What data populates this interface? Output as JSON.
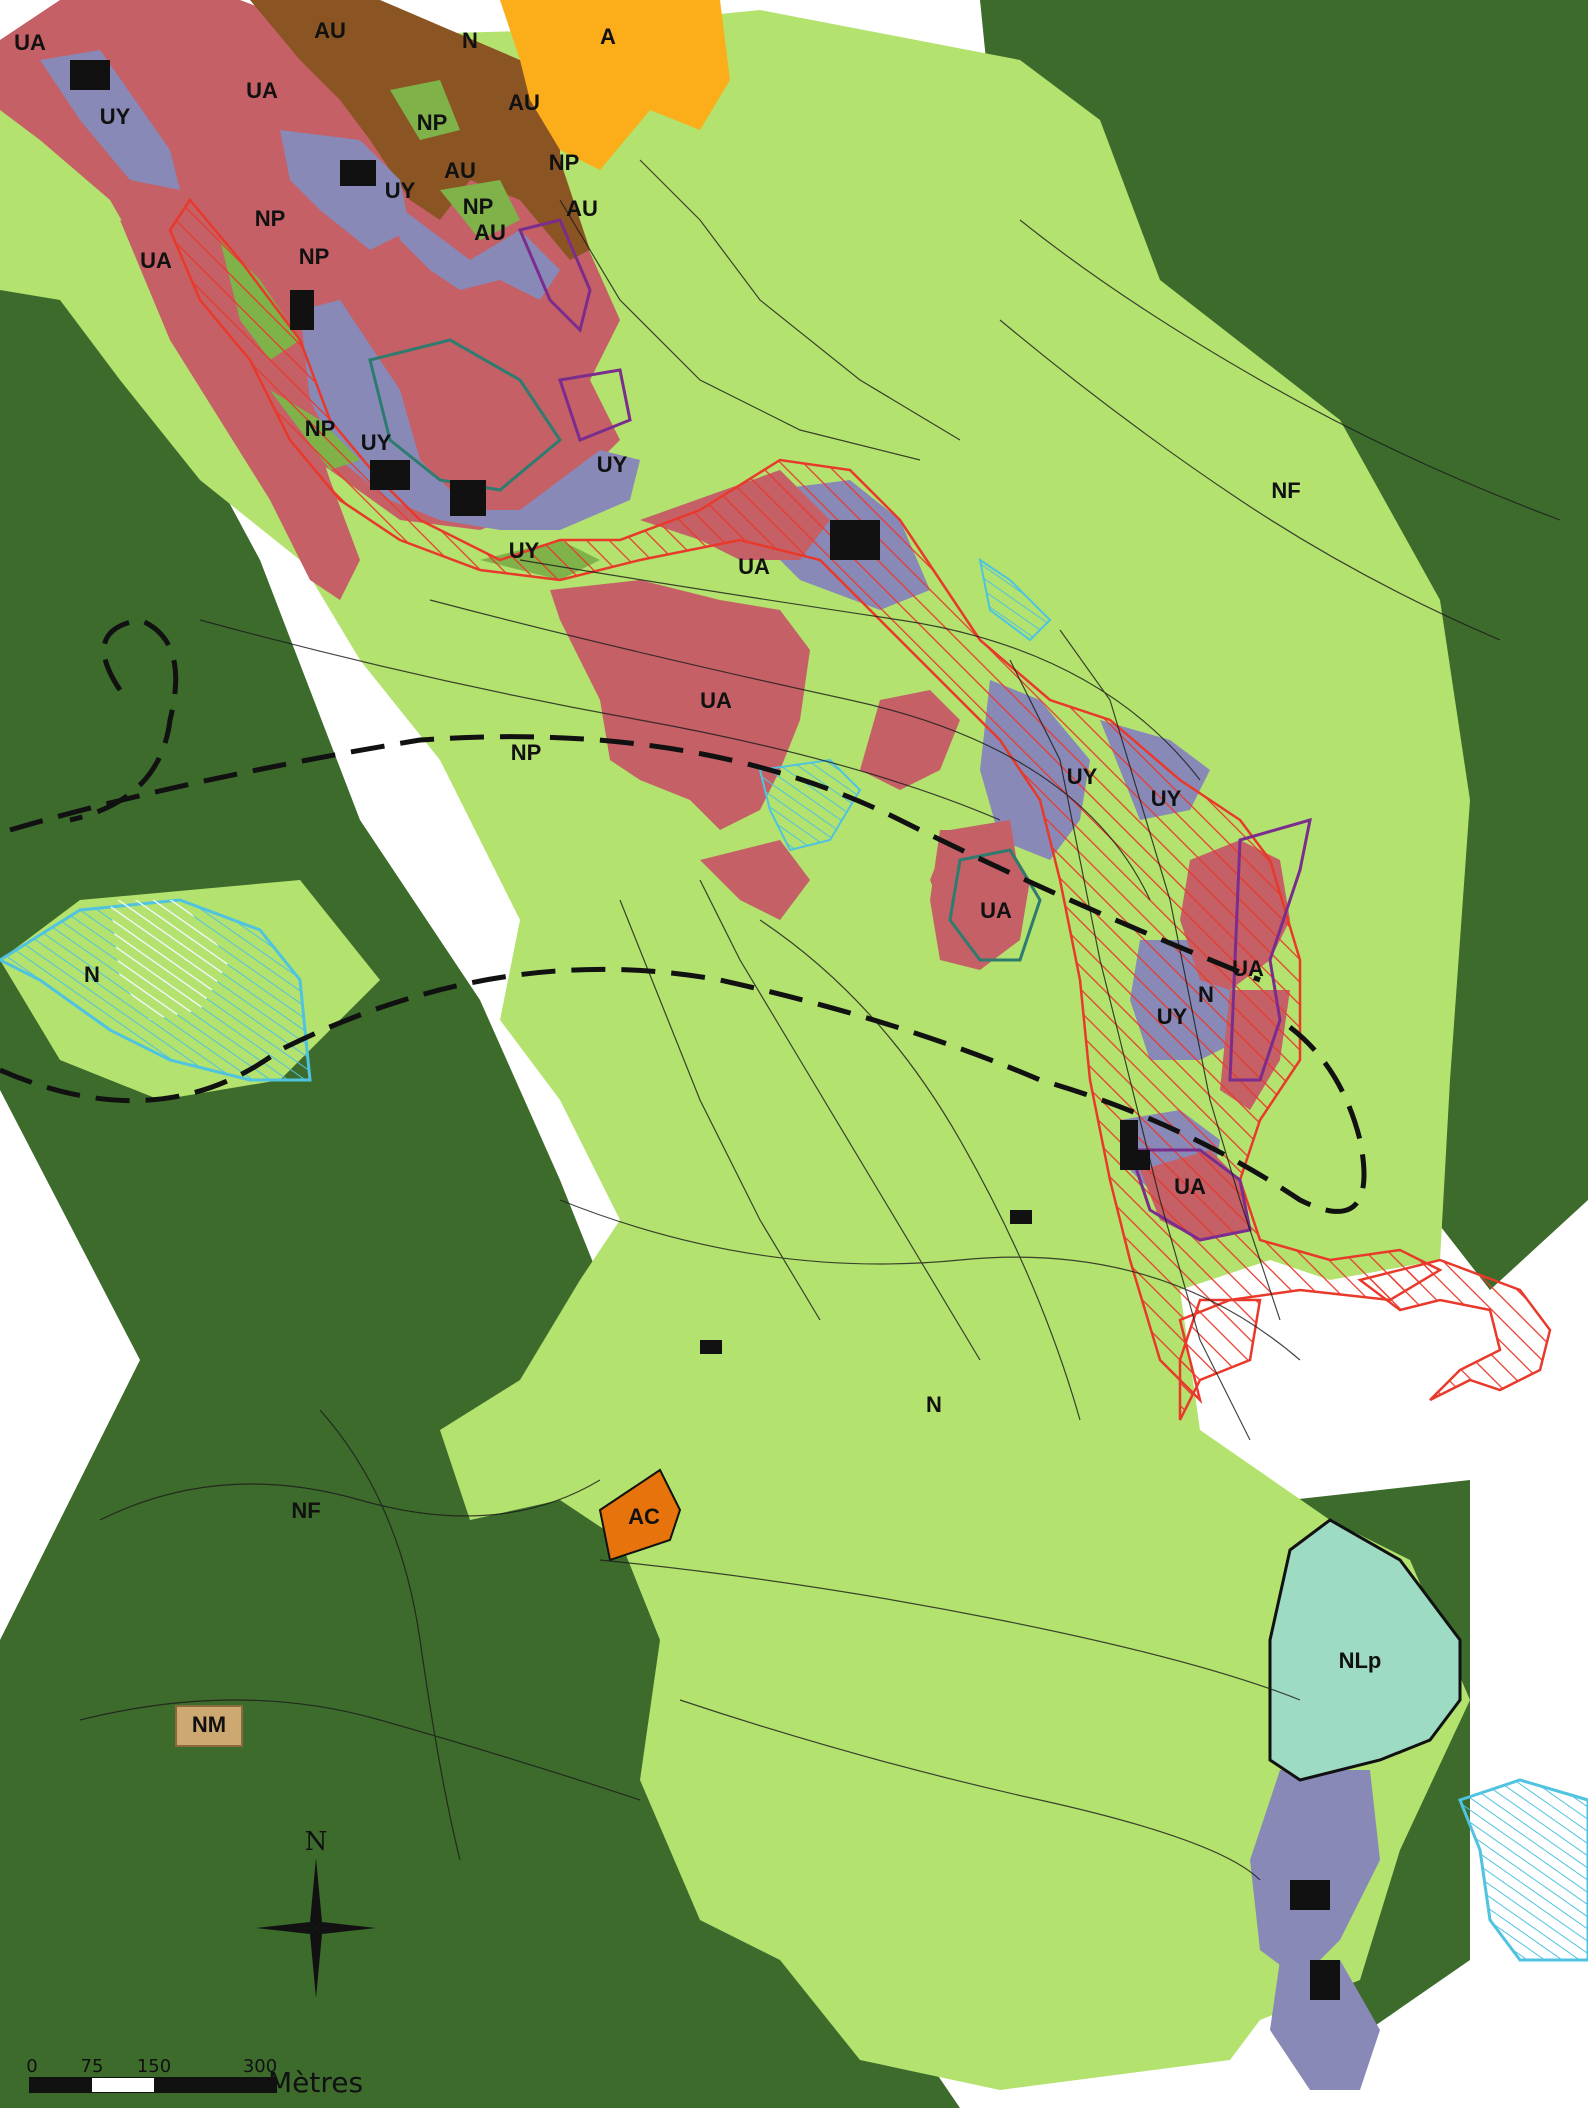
{
  "colors": {
    "NF": "#3d6b2c",
    "N": "#b3e26e",
    "UA": "#c46066",
    "UY": "#8989b8",
    "AU": "#8a5522",
    "A": "#fbae19",
    "AC": "#e7730c",
    "NLp": "#9edbc3",
    "NM": "#cda870",
    "NP": "#7fb34a",
    "hatch_red": "#e8392b",
    "hatch_cyan": "#4fc3e0",
    "purple_line": "#7b2d8e",
    "teal_line": "#2e7b6f"
  },
  "zone_labels": [
    {
      "id": "au-top",
      "text": "AU"
    },
    {
      "id": "n-top",
      "text": "N"
    },
    {
      "id": "a-top",
      "text": "A"
    },
    {
      "id": "ua-topleft",
      "text": "UA"
    },
    {
      "id": "uy-topleft",
      "text": "UY"
    },
    {
      "id": "ua-top",
      "text": "UA"
    },
    {
      "id": "au-1",
      "text": "AU"
    },
    {
      "id": "np-1",
      "text": "NP"
    },
    {
      "id": "np-2",
      "text": "NP"
    },
    {
      "id": "au-2",
      "text": "AU"
    },
    {
      "id": "uy-1",
      "text": "UY"
    },
    {
      "id": "np-3",
      "text": "NP"
    },
    {
      "id": "au-3",
      "text": "AU"
    },
    {
      "id": "au-4",
      "text": "AU"
    },
    {
      "id": "np-4",
      "text": "NP"
    },
    {
      "id": "ua-left",
      "text": "UA"
    },
    {
      "id": "np-5",
      "text": "NP"
    },
    {
      "id": "np-6",
      "text": "NP"
    },
    {
      "id": "uy-2",
      "text": "UY"
    },
    {
      "id": "uy-3",
      "text": "UY"
    },
    {
      "id": "uy-4",
      "text": "UY"
    },
    {
      "id": "ua-mid",
      "text": "UA"
    },
    {
      "id": "nf-right",
      "text": "NF"
    },
    {
      "id": "ua-center",
      "text": "UA"
    },
    {
      "id": "np-7",
      "text": "NP"
    },
    {
      "id": "uy-5",
      "text": "UY"
    },
    {
      "id": "uy-6",
      "text": "UY"
    },
    {
      "id": "n-west",
      "text": "N"
    },
    {
      "id": "ua-round",
      "text": "UA"
    },
    {
      "id": "n-east",
      "text": "N"
    },
    {
      "id": "ua-east",
      "text": "UA"
    },
    {
      "id": "uy-7",
      "text": "UY"
    },
    {
      "id": "ua-southeast",
      "text": "UA"
    },
    {
      "id": "n-south",
      "text": "N"
    },
    {
      "id": "nf-south",
      "text": "NF"
    },
    {
      "id": "ac",
      "text": "AC"
    },
    {
      "id": "nlp",
      "text": "NLp"
    },
    {
      "id": "nm",
      "text": "NM"
    }
  ],
  "north_arrow": {
    "letter": "N"
  },
  "scale_bar": {
    "ticks": [
      "0",
      "75",
      "150",
      "300"
    ],
    "unit": "Mètres"
  }
}
